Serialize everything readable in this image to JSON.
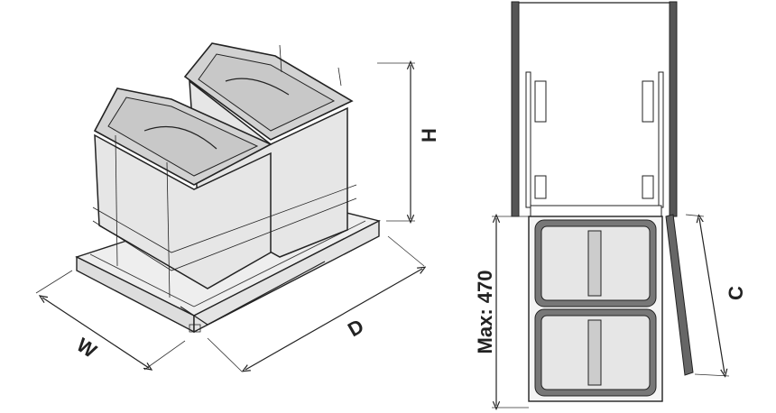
{
  "dimensions": {
    "height_label": "H",
    "width_label": "W",
    "depth_label": "D",
    "clearance_label": "C",
    "max_label": "Max: 470"
  },
  "colors": {
    "line": "#222222",
    "bin_fill": "#e6e6e6",
    "panel": "#555555"
  }
}
